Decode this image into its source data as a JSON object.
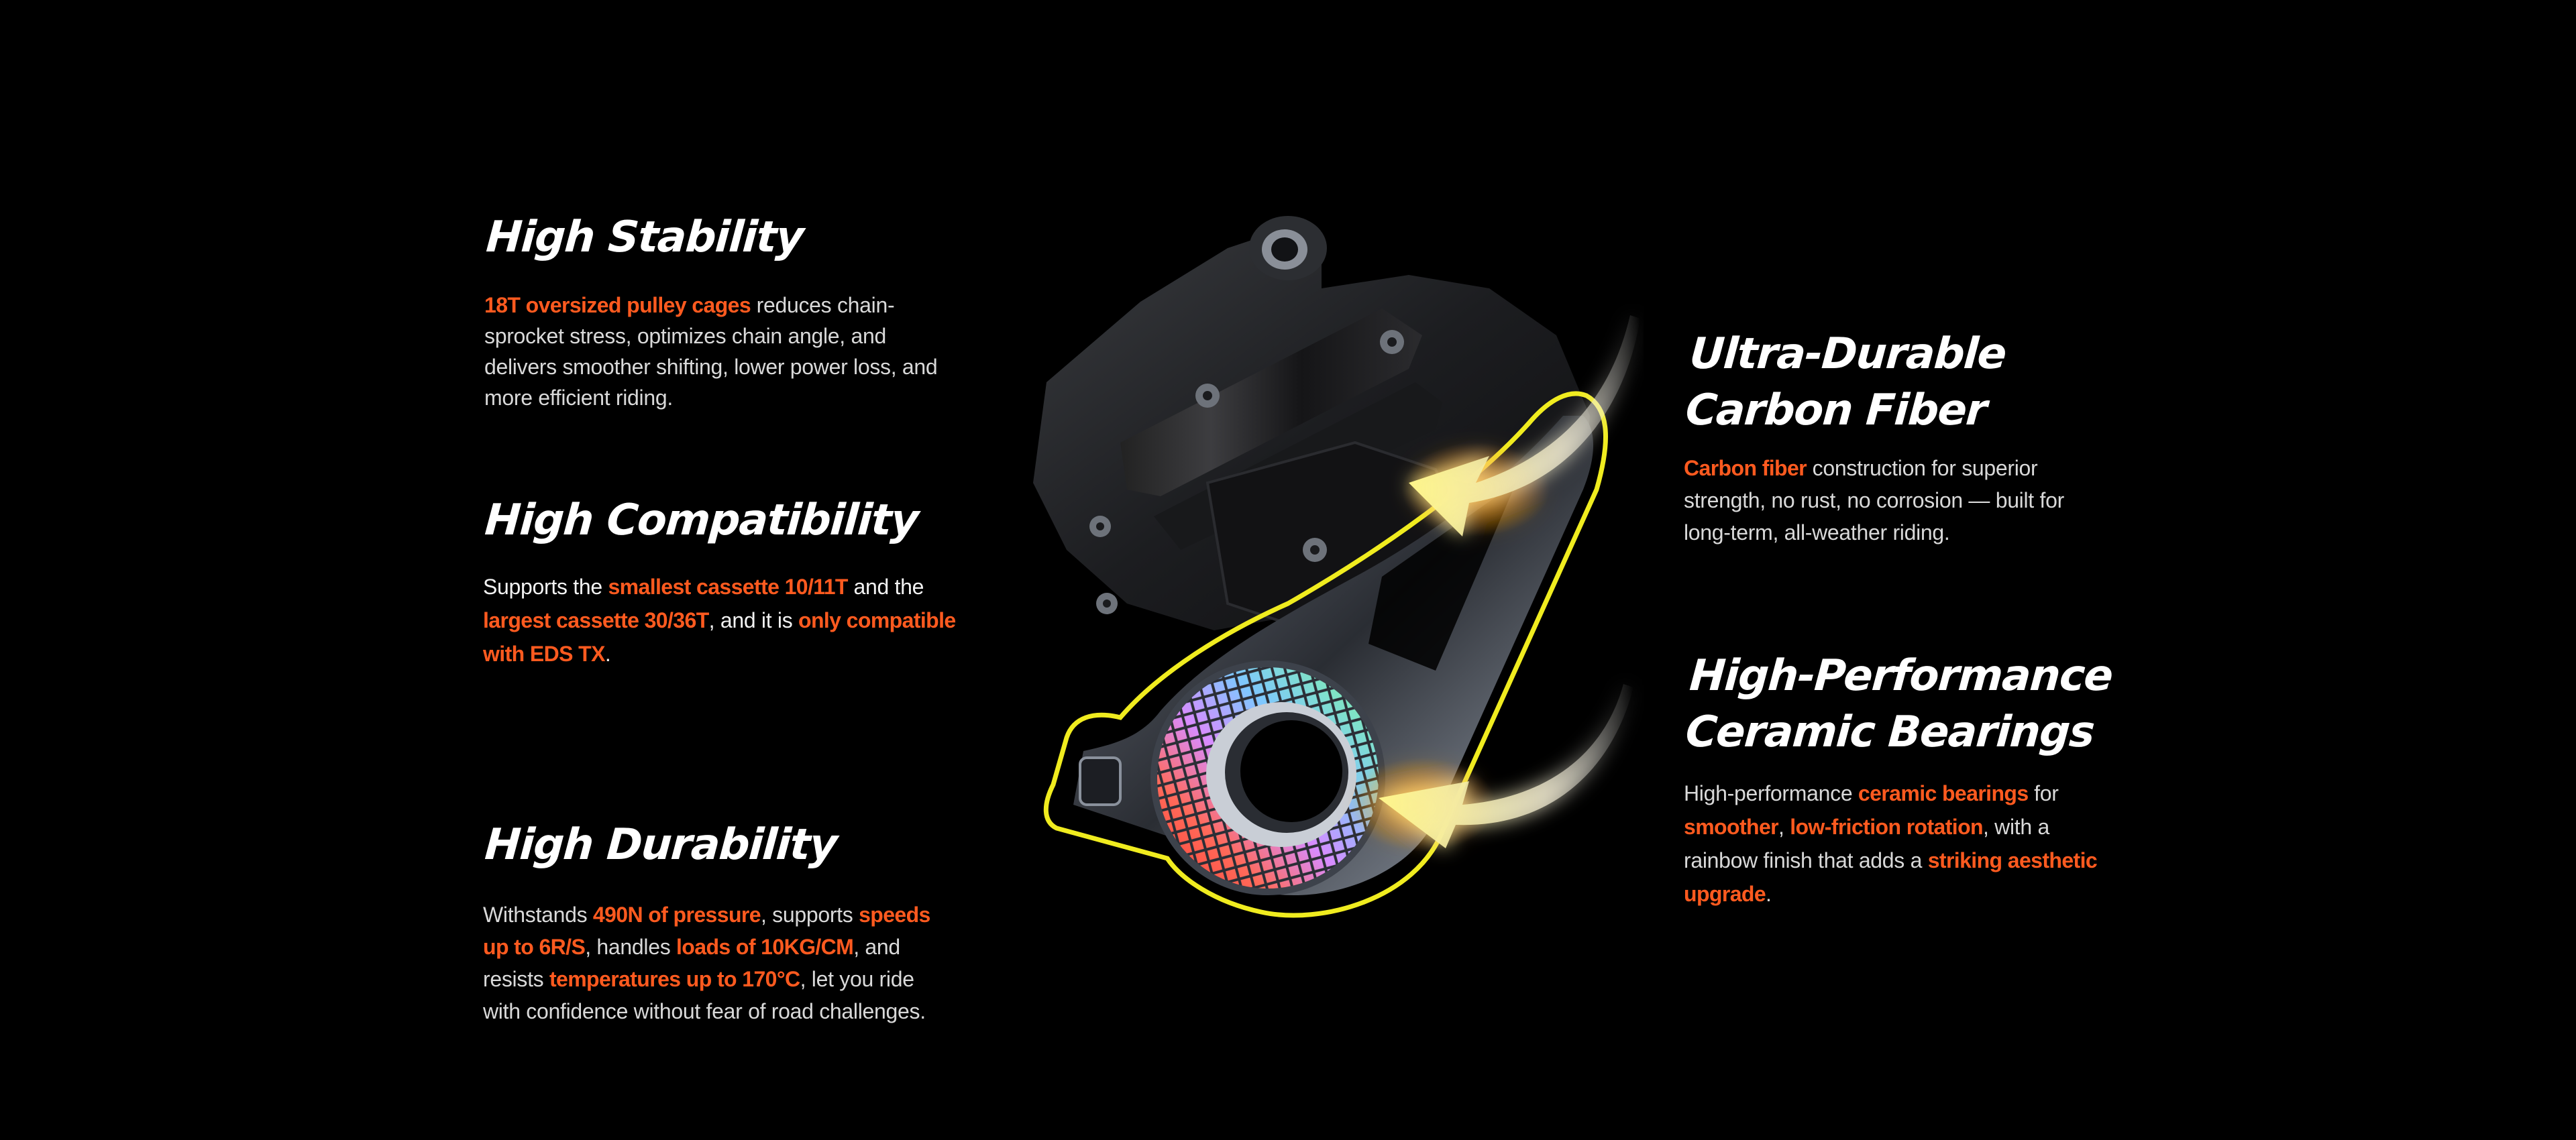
{
  "colors": {
    "background": "#000000",
    "heading": "#ffffff",
    "body_text": "#d9d9d9",
    "highlight": "#ff5a1f",
    "outline_accent": "#f2ee22",
    "arrow_glow": "#fff27a"
  },
  "product": {
    "image_label": "Rear derailleur with carbon fiber cage and rainbow ceramic bearing pulley",
    "callout_arrows": [
      "carbon-fiber-cage-arrow",
      "ceramic-bearing-arrow"
    ]
  },
  "features": {
    "stability": {
      "title": "High Stability",
      "body": [
        {
          "t": "18T oversized pulley cages",
          "hl": true
        },
        {
          "t": " reduces chain-sprocket stress, optimizes chain angle, and delivers smoother shifting, lower power loss, and more efficient riding.",
          "hl": false
        }
      ]
    },
    "compatibility": {
      "title": "High Compatibility",
      "body": [
        {
          "t": "Supports the ",
          "hl": false
        },
        {
          "t": "smallest cassette 10/11T",
          "hl": true
        },
        {
          "t": " and the ",
          "hl": false
        },
        {
          "t": "largest cassette 30/36T",
          "hl": true
        },
        {
          "t": ",  and it is ",
          "hl": false
        },
        {
          "t": "only compatible with EDS TX",
          "hl": true
        },
        {
          "t": ".",
          "hl": false
        }
      ]
    },
    "durability": {
      "title": "High Durability",
      "body": [
        {
          "t": "Withstands ",
          "hl": false
        },
        {
          "t": "490N of pressure",
          "hl": true
        },
        {
          "t": ", supports ",
          "hl": false
        },
        {
          "t": "speeds up to 6R/S",
          "hl": true
        },
        {
          "t": ", handles ",
          "hl": false
        },
        {
          "t": "loads of 10KG/CM",
          "hl": true
        },
        {
          "t": ", and resists ",
          "hl": false
        },
        {
          "t": "temperatures up to 170°C",
          "hl": true
        },
        {
          "t": ", let you ride with confidence without fear of road challenges.",
          "hl": false
        }
      ]
    },
    "carbon": {
      "title_line1": "Ultra-Durable",
      "title_line2": "Carbon Fiber",
      "body": [
        {
          "t": "Carbon fiber",
          "hl": true
        },
        {
          "t": " construction for superior strength, no rust, no corrosion — built for long-term, all-weather riding.",
          "hl": false
        }
      ]
    },
    "ceramic": {
      "title_line1": "High-Performance",
      "title_line2": "Ceramic Bearings",
      "body": [
        {
          "t": "High-performance ",
          "hl": false
        },
        {
          "t": "ceramic bearings",
          "hl": true
        },
        {
          "t": " for ",
          "hl": false
        },
        {
          "t": "smoother",
          "hl": true
        },
        {
          "t": ", ",
          "hl": false
        },
        {
          "t": "low-friction rotation",
          "hl": true
        },
        {
          "t": ", with a rainbow finish that adds a ",
          "hl": false
        },
        {
          "t": "striking aesthetic upgrade",
          "hl": true
        },
        {
          "t": ".",
          "hl": false
        }
      ]
    }
  }
}
